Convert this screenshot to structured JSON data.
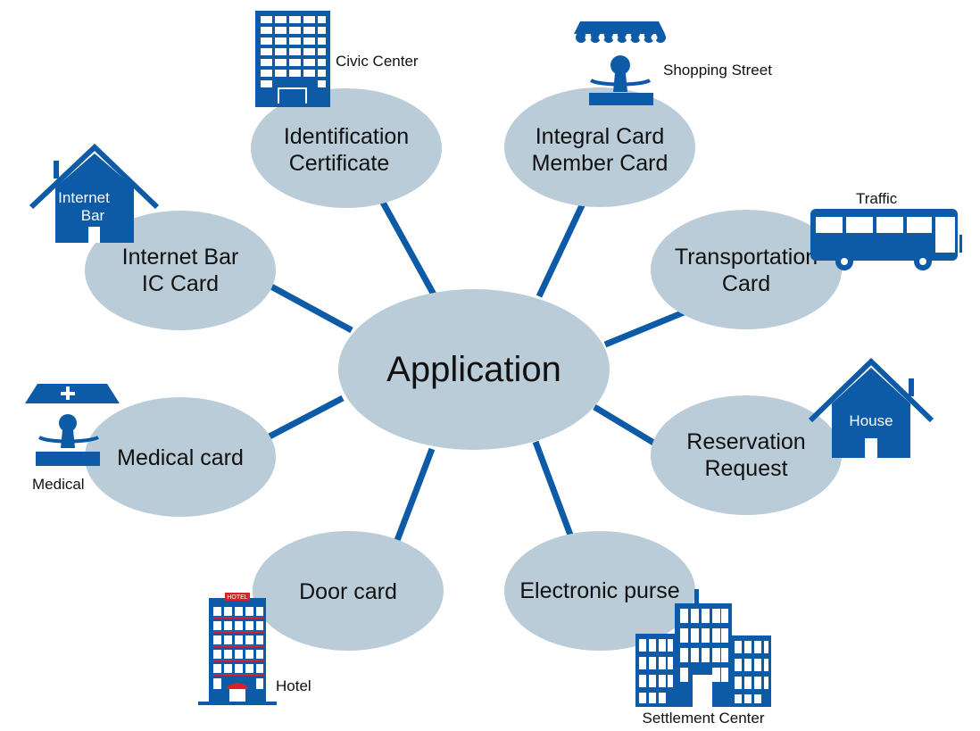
{
  "colors": {
    "background": "#ffffff",
    "bubble": "#b9ccd8",
    "connector": "#0d5aa7",
    "icon": "#0d5aa7",
    "hotel_accent": "#d8202a",
    "text": "#111111"
  },
  "center": {
    "label": "Application"
  },
  "nodes": [
    {
      "id": "identification",
      "lines": [
        "Identification",
        "Certificate"
      ],
      "icon": "civic-center-building-icon",
      "icon_label": "Civic Center"
    },
    {
      "id": "integral",
      "lines": [
        "Integral Card",
        "Member Card"
      ],
      "icon": "shopping-street-icon",
      "icon_label": "Shopping Street"
    },
    {
      "id": "transportation",
      "lines": [
        "Transportation",
        "Card"
      ],
      "icon": "bus-icon",
      "icon_label": "Traffic"
    },
    {
      "id": "reservation",
      "lines": [
        "Reservation",
        "Request"
      ],
      "icon": "house-icon",
      "icon_label": "House",
      "icon_inner_label": "House"
    },
    {
      "id": "electronic",
      "lines": [
        "Electronic purse"
      ],
      "icon": "settlement-center-buildings-icon",
      "icon_label": "Settlement Center"
    },
    {
      "id": "door",
      "lines": [
        "Door card"
      ],
      "icon": "hotel-building-icon",
      "icon_label": "Hotel",
      "icon_sign": "HOTEL"
    },
    {
      "id": "medical",
      "lines": [
        "Medical card"
      ],
      "icon": "medical-icon",
      "icon_label": "Medical"
    },
    {
      "id": "internetbar",
      "lines": [
        "Internet Bar",
        "IC Card"
      ],
      "icon": "internet-bar-house-icon",
      "icon_label": "",
      "icon_inner_lines": [
        "Internet",
        "Bar"
      ]
    }
  ]
}
